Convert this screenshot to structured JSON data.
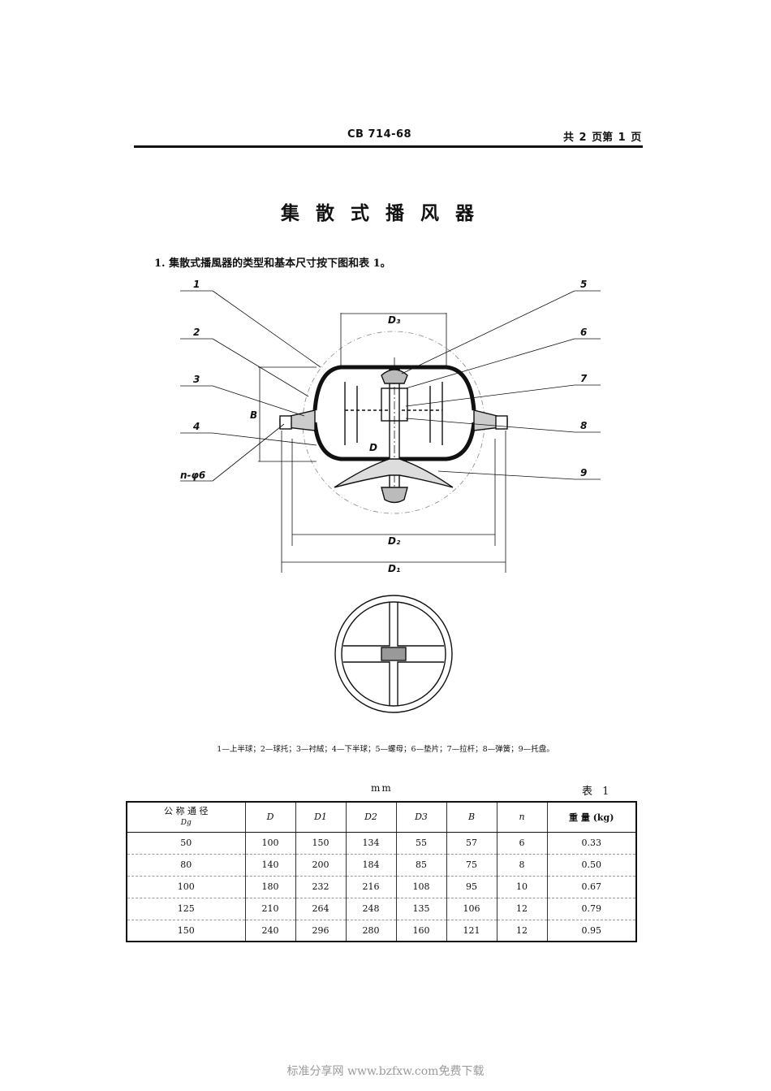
{
  "header": {
    "code": "CB 714-68",
    "page_info": "共 2 页第 1 页"
  },
  "title": "集散式播风器",
  "intro": "1. 集散式播風器的类型和基本尺寸按下图和表 1。",
  "figure": {
    "labels": [
      "1",
      "2",
      "3",
      "4",
      "n-φ6",
      "5",
      "6",
      "7",
      "8",
      "9"
    ],
    "dims": {
      "d3": "D₃",
      "b": "B",
      "d": "D",
      "d2": "D₂",
      "d1": "D₁"
    }
  },
  "caption": "1—上半球；2—球托；3—衬絨；4—下半球；5—螺母；6—垫片；7—拉杆；8—弹簧；9—托盘。",
  "table": {
    "unit": "mm",
    "label": "表 1",
    "header_dg_line1": "公 称 通 径",
    "header_dg_line2": "Dg",
    "columns": [
      "D",
      "D1",
      "D2",
      "D3",
      "B",
      "n",
      "重 量 (kg)"
    ],
    "rows": [
      [
        "50",
        "100",
        "150",
        "134",
        "55",
        "57",
        "6",
        "0.33"
      ],
      [
        "80",
        "140",
        "200",
        "184",
        "85",
        "75",
        "8",
        "0.50"
      ],
      [
        "100",
        "180",
        "232",
        "216",
        "108",
        "95",
        "10",
        "0.67"
      ],
      [
        "125",
        "210",
        "264",
        "248",
        "135",
        "106",
        "12",
        "0.79"
      ],
      [
        "150",
        "240",
        "296",
        "280",
        "160",
        "121",
        "12",
        "0.95"
      ]
    ]
  },
  "footer": "标准分享网 www.bzfxw.com免费下载"
}
